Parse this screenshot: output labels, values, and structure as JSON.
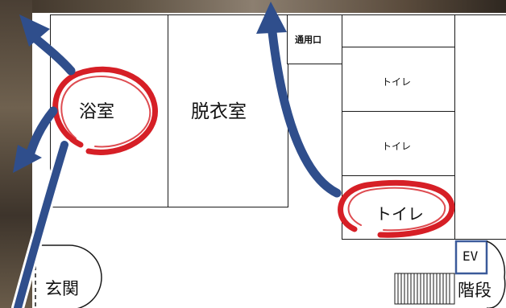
{
  "rooms": {
    "bath": "浴室",
    "changing_room": "脱衣室",
    "utility_door": "通用口",
    "toilet_upper": "トイレ",
    "toilet_middle": "トイレ",
    "toilet_circled": "トイレ",
    "entrance": "玄関",
    "elevator": "EV",
    "stairs": "階段"
  },
  "colors": {
    "arrow": "#2f4e8c",
    "circle": "#d61f26",
    "elevator_border": "#3b5a9a"
  }
}
